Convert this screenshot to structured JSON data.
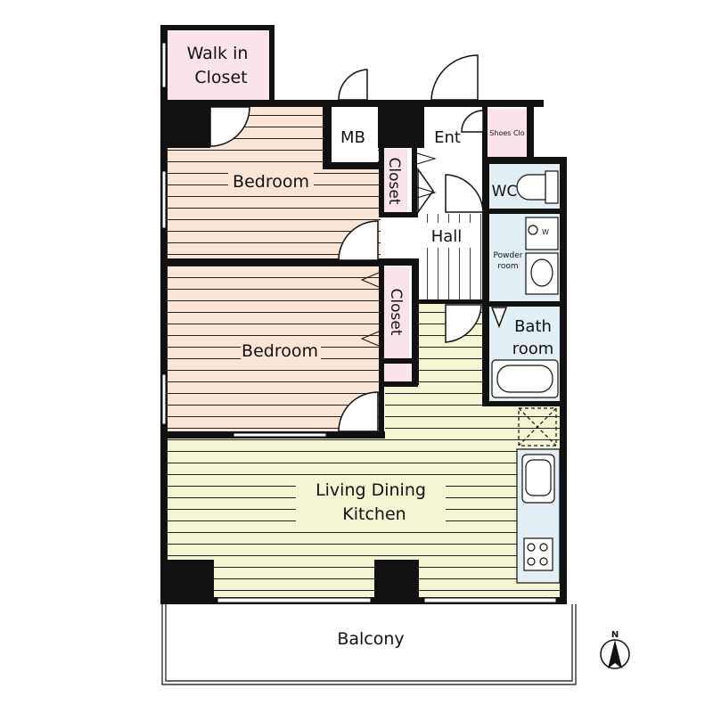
{
  "floorplan": {
    "rooms": {
      "walk_in_closet": {
        "line1": "Walk in",
        "line2": "Closet"
      },
      "mb": "MB",
      "ent": "Ent",
      "shoes_closet": "Shoes Clo",
      "closet_upper": "Closet",
      "closet_lower": "Closet",
      "bedroom_upper": "Bedroom",
      "bedroom_lower": "Bedroom",
      "wc": "WC",
      "hall": "Hall",
      "powder_room": {
        "line1": "Powder",
        "line2": "room"
      },
      "washer_mark": "W",
      "bathroom": {
        "line1": "Bath",
        "line2": "room"
      },
      "ldk": {
        "line1": "Living Dining",
        "line2": "Kitchen"
      },
      "balcony": "Balcony"
    },
    "compass": "N",
    "colors": {
      "wall": "#111111",
      "bedroom_floor": "#fbe6d6",
      "ldk_floor": "#f6f5d3",
      "closet_fill": "#fbe3ec",
      "wet_area_fill": "#e2f0f6",
      "hall_fill": "#ffffff",
      "stripe": "#222222"
    }
  }
}
